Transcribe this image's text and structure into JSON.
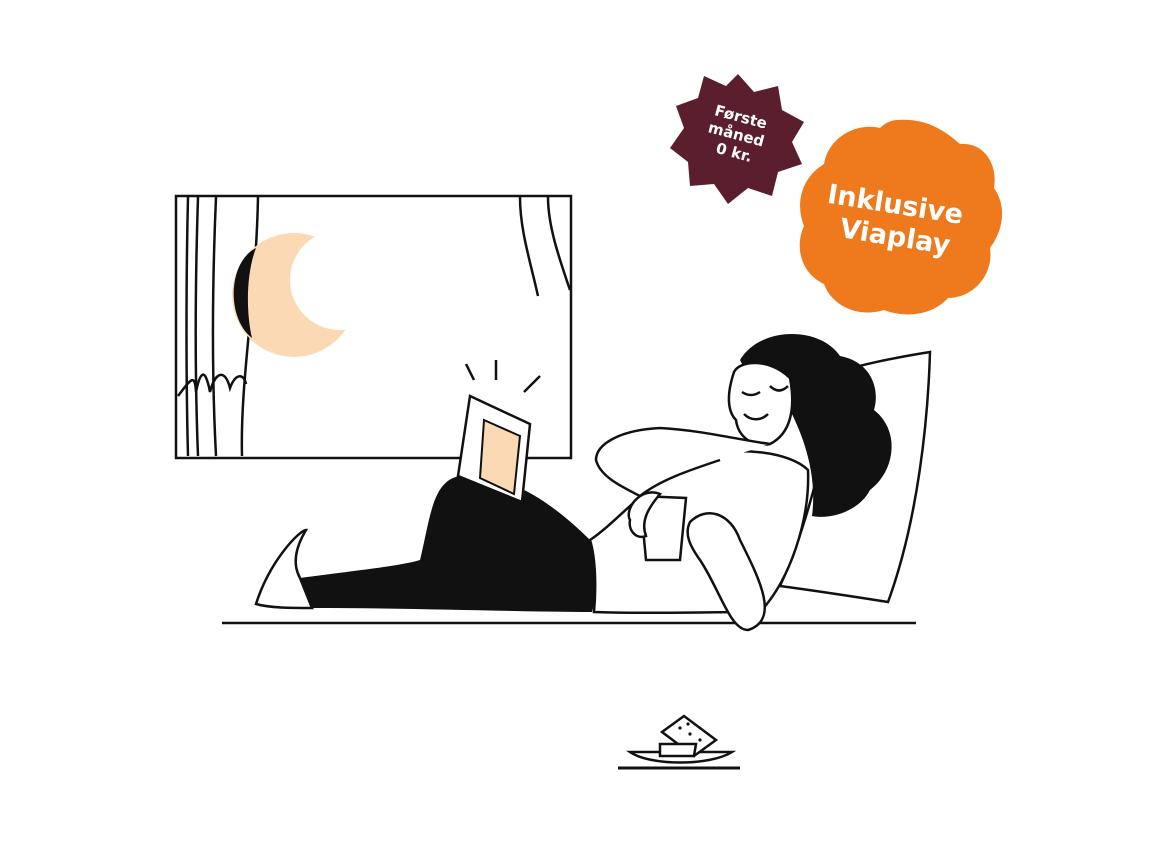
{
  "badges": {
    "first_month": {
      "lines": [
        "Første",
        "måned",
        "0 kr."
      ],
      "color": "#5a1e2c",
      "text_color": "#ffffff"
    },
    "inclusive": {
      "lines": [
        "Inklusive",
        "Viaplay"
      ],
      "color": "#ef7a1e",
      "text_color": "#ffffff"
    }
  },
  "colors": {
    "ink": "#111111",
    "accent_peach": "#fbd9b5",
    "background": "#ffffff"
  }
}
